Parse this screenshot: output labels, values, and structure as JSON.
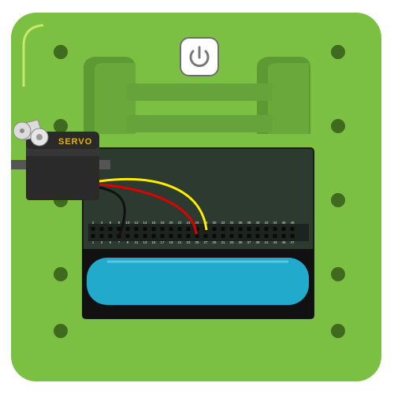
{
  "colors": {
    "board": "#7bc043",
    "board_border": "#5e9f2b",
    "board_shadow": "#6aaa38",
    "mount_hole": "#3e6b1e",
    "bracket": "#66a33a",
    "pcb": "#2c3a30",
    "pcb_frame": "#1a1a1a",
    "battery": "#22aacc",
    "servo_body": "#2a2a2a",
    "servo_horn": "#dcdcdc",
    "servo_label": "#e8b400",
    "wire_black": "#111111",
    "wire_red": "#e00000",
    "wire_yellow": "#ffee00"
  },
  "power_button": {
    "icon": "power-icon"
  },
  "servo": {
    "label": "SERVO"
  },
  "header": {
    "top_row_numbers": [
      "2",
      "4",
      "6",
      "8",
      "10",
      "12",
      "14",
      "16",
      "18",
      "20",
      "22",
      "24",
      "26",
      "28",
      "30",
      "32",
      "34",
      "36",
      "38",
      "40",
      "42",
      "44",
      "46",
      "48"
    ],
    "bottom_row_numbers": [
      "1",
      "3",
      "5",
      "7",
      "9",
      "11",
      "13",
      "15",
      "17",
      "19",
      "21",
      "23",
      "25",
      "27",
      "29",
      "31",
      "33",
      "35",
      "37",
      "39",
      "41",
      "43",
      "45",
      "47"
    ]
  }
}
